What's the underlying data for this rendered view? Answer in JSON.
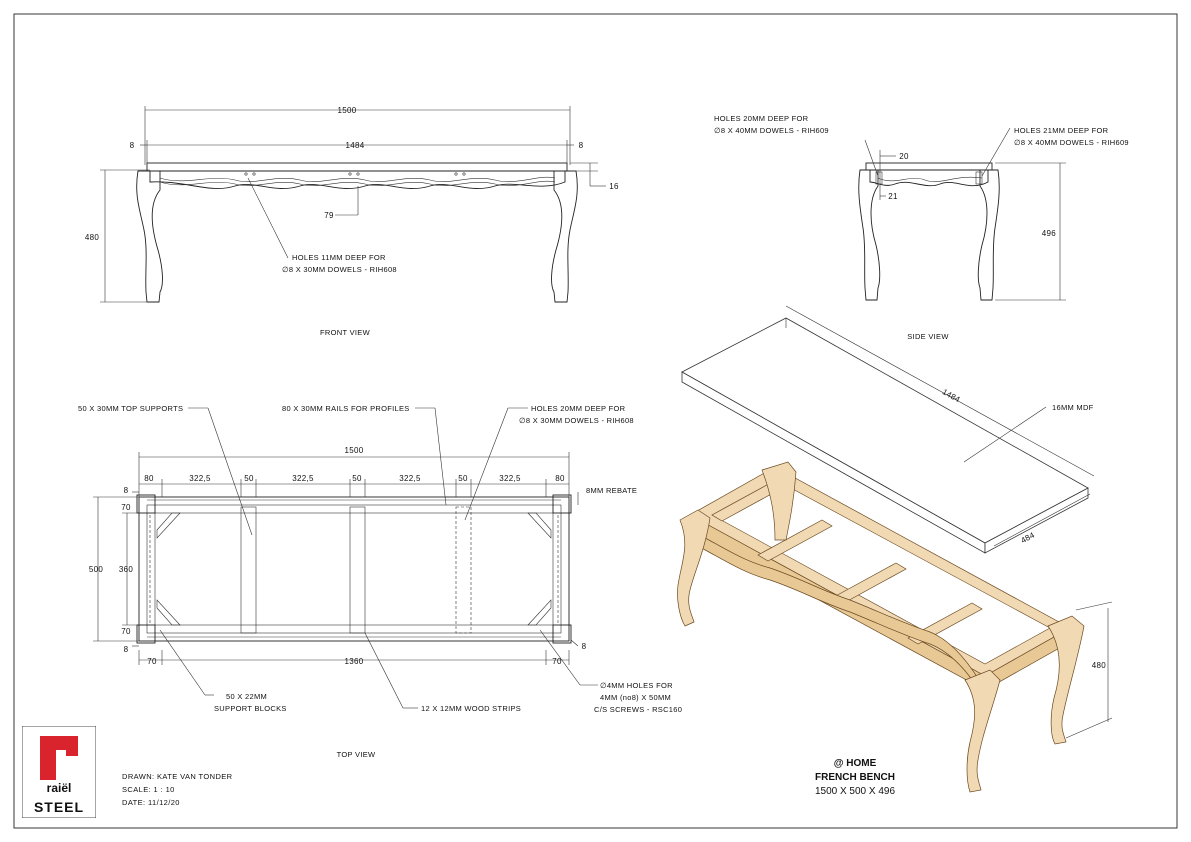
{
  "front_view": {
    "label": "FRONT VIEW",
    "dims": {
      "overall": "1500",
      "inner": "1484",
      "left_off": "8",
      "right_off": "8",
      "height": "480",
      "top_thick": "16",
      "apron": "79"
    },
    "note_line1": "HOLES 11MM DEEP FOR",
    "note_line2": "∅8 X 30MM DOWELS - RIH608"
  },
  "side_view": {
    "label": "SIDE VIEW",
    "dims": {
      "d20": "20",
      "d21": "21",
      "height": "496"
    },
    "note_left_1": "HOLES 20MM DEEP FOR",
    "note_left_2": "∅8 X 40MM DOWELS - RIH609",
    "note_right_1": "HOLES 21MM DEEP FOR",
    "note_right_2": "∅8 X 40MM DOWELS - RIH609"
  },
  "top_view": {
    "label": "TOP VIEW",
    "callouts": {
      "top_supports": "50 X 30MM TOP SUPPORTS",
      "rails": "80 X 30MM RAILS FOR PROFILES",
      "holes_1": "HOLES 20MM DEEP FOR",
      "holes_2": "∅8 X 30MM DOWELS - RIH608",
      "rebate": "8MM REBATE",
      "blocks_1": "50 X 22MM",
      "blocks_2": "SUPPORT BLOCKS",
      "strips": "12 X 12MM WOOD STRIPS",
      "screws_1": "∅4MM HOLES FOR",
      "screws_2": "4MM (no8) X 50MM",
      "screws_3": "C/S SCREWS - RSC160"
    },
    "dims": {
      "overall": "1500",
      "seg": [
        "80",
        "322,5",
        "50",
        "322,5",
        "50",
        "322,5",
        "50",
        "322,5",
        "80"
      ],
      "width": "500",
      "inner": "360",
      "top70": "70",
      "bot70": "70",
      "left8_top": "8",
      "left8_bot": "8",
      "right8": "8",
      "bottom_left70": "70",
      "bottom_mid": "1360",
      "bottom_right70": "70"
    }
  },
  "iso_view": {
    "dims": {
      "length": "1484",
      "width": "484",
      "height": "480"
    },
    "mdf_label": "16MM MDF"
  },
  "project": {
    "line1": "@ HOME",
    "line2": "FRENCH BENCH",
    "line3": "1500 X 500 X 496"
  },
  "title_block": {
    "drawn": "DRAWN: KATE VAN TONDER",
    "scale": "SCALE: 1 : 10",
    "date": "DATE: 11/12/20"
  },
  "logo": {
    "brand_top": "raiël",
    "brand_bottom": "STEEL",
    "accent": "#d9232d"
  }
}
